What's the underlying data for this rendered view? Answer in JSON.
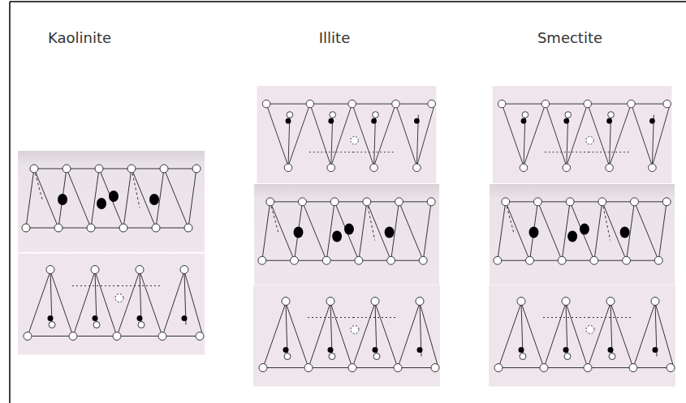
{
  "diagram": {
    "labels": [
      "Kaolinite",
      "Illite",
      "Smectite"
    ]
  }
}
